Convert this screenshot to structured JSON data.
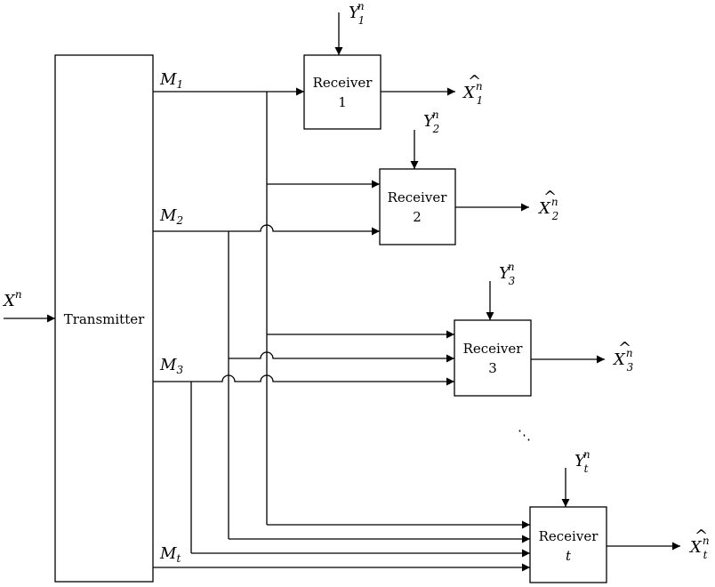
{
  "transmitter": {
    "label": "Transmitter"
  },
  "source": {
    "symbol": "X",
    "sup": "n"
  },
  "messages": [
    {
      "symbol": "M",
      "sub": "1"
    },
    {
      "symbol": "M",
      "sub": "2"
    },
    {
      "symbol": "M",
      "sub": "3"
    },
    {
      "symbol": "M",
      "sub": "t"
    }
  ],
  "receivers": [
    {
      "label": "Receiver",
      "index": "1",
      "side_symbol": "Y",
      "side_sub": "1",
      "side_sup": "n",
      "output_symbol": "X",
      "output_sub": "1",
      "output_sup": "n"
    },
    {
      "label": "Receiver",
      "index": "2",
      "side_symbol": "Y",
      "side_sub": "2",
      "side_sup": "n",
      "output_symbol": "X",
      "output_sub": "2",
      "output_sup": "n"
    },
    {
      "label": "Receiver",
      "index": "3",
      "side_symbol": "Y",
      "side_sub": "3",
      "side_sup": "n",
      "output_symbol": "X",
      "output_sub": "3",
      "output_sup": "n"
    },
    {
      "label": "Receiver",
      "index": "t",
      "side_symbol": "Y",
      "side_sub": "t",
      "side_sup": "n",
      "output_symbol": "X",
      "output_sub": "t",
      "output_sup": "n"
    }
  ],
  "output_accent": "^",
  "ellipsis": "⋱"
}
